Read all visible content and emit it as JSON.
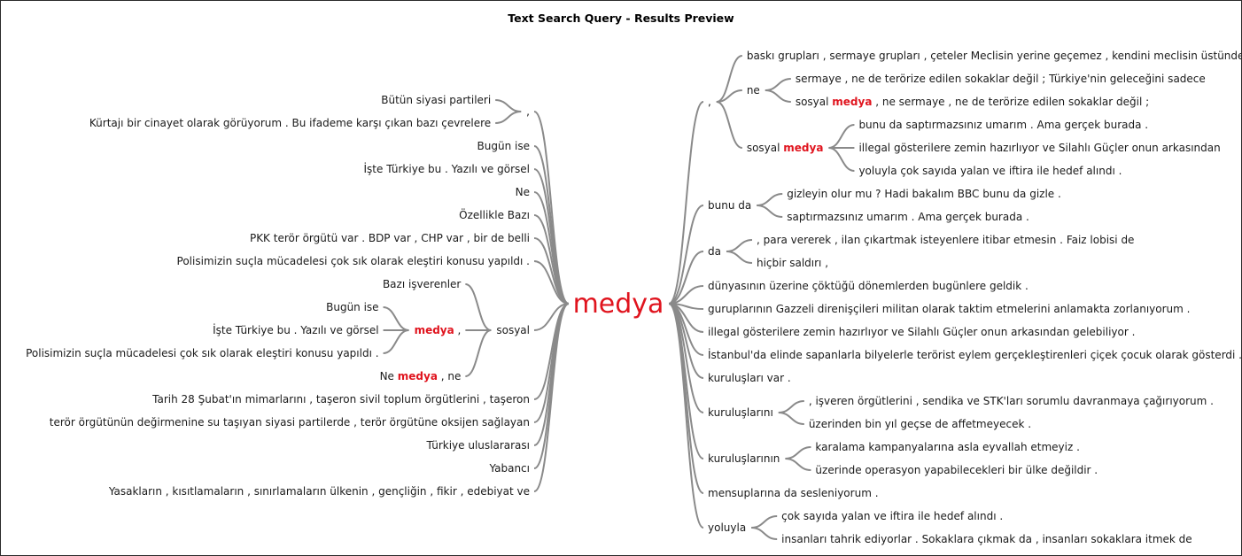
{
  "title": "Text Search Query - Results Preview",
  "keyword": "medya",
  "colors": {
    "keyword": "#e0141e",
    "connector": "#8a8a8a",
    "text": "#1a1a1a"
  },
  "left": [
    {
      "text": ",",
      "children": [
        {
          "text": "Bütün siyasi partileri"
        },
        {
          "text": "Kürtajı bir cinayet olarak görüyorum . Bu ifademe karşı çıkan bazı çevrelere"
        }
      ]
    },
    {
      "text": "Bugün ise"
    },
    {
      "text": "İşte Türkiye bu . Yazılı ve görsel"
    },
    {
      "text": "Ne"
    },
    {
      "text": "Özellikle Bazı"
    },
    {
      "text": "PKK terör örgütü var . BDP var , CHP var , bir de belli"
    },
    {
      "text": "Polisimizin suçla mücadelesi çok sık olarak eleştiri konusu yapıldı ."
    },
    {
      "text": "sosyal",
      "children": [
        {
          "text": "Bazı işverenler"
        },
        {
          "parts": [
            {
              "t": "medya",
              "hl": true
            },
            {
              "t": " ,"
            }
          ],
          "children": [
            {
              "text": "Bugün ise"
            },
            {
              "text": "İşte Türkiye bu . Yazılı ve görsel"
            },
            {
              "text": "Polisimizin suçla mücadelesi çok sık olarak eleştiri konusu yapıldı ."
            }
          ]
        },
        {
          "parts": [
            {
              "t": "Ne "
            },
            {
              "t": "medya",
              "hl": true
            },
            {
              "t": " , ne"
            }
          ]
        }
      ]
    },
    {
      "text": "Tarih 28 Şubat'ın mimarlarını , taşeron sivil toplum örgütlerini , taşeron"
    },
    {
      "text": "terör örgütünün değirmenine su taşıyan siyasi partilerde , terör örgütüne oksijen sağlayan"
    },
    {
      "text": "Türkiye uluslararası"
    },
    {
      "text": "Yabancı"
    },
    {
      "text": "Yasakların , kısıtlamaların , sınırlamaların ülkenin , gençliğin , fikir , edebiyat ve"
    }
  ],
  "right": [
    {
      "text": ",",
      "children": [
        {
          "text": "baskı grupları , sermaye grupları , çeteler Meclisin yerine geçemez , kendini meclisin üstünde"
        },
        {
          "text": "ne",
          "children": [
            {
              "text": "sermaye , ne de terörize edilen sokaklar değil ; Türkiye'nin geleceğini sadece"
            },
            {
              "parts": [
                {
                  "t": "sosyal "
                },
                {
                  "t": "medya",
                  "hl": true
                },
                {
                  "t": " , ne sermaye , ne de terörize edilen sokaklar değil ;"
                }
              ]
            }
          ]
        },
        {
          "parts": [
            {
              "t": "sosyal "
            },
            {
              "t": "medya",
              "hl": true
            }
          ],
          "children": [
            {
              "text": "bunu da saptırmazsınız umarım . Ama gerçek burada ."
            },
            {
              "text": "illegal gösterilere zemin hazırlıyor ve Silahlı Güçler onun arkasından"
            },
            {
              "text": "yoluyla çok sayıda yalan ve iftira ile hedef alındı ."
            }
          ]
        }
      ]
    },
    {
      "text": "bunu da",
      "children": [
        {
          "text": "gizleyin olur mu ? Hadi bakalım BBC bunu da gizle ."
        },
        {
          "text": "saptırmazsınız umarım . Ama gerçek burada ."
        }
      ]
    },
    {
      "text": "da",
      "children": [
        {
          "text": ", para vererek , ilan çıkartmak isteyenlere itibar etmesin . Faiz lobisi de"
        },
        {
          "text": "hiçbir saldırı ,"
        }
      ]
    },
    {
      "text": "dünyasının üzerine çöktüğü dönemlerden bugünlere geldik ."
    },
    {
      "text": "guruplarının Gazzeli direnişçileri militan olarak taktim etmelerini anlamakta zorlanıyorum ."
    },
    {
      "text": "illegal gösterilere zemin hazırlıyor ve Silahlı Güçler onun arkasından gelebiliyor ."
    },
    {
      "text": "İstanbul'da elinde sapanlarla bilyelerle terörist eylem gerçekleştirenleri çiçek çocuk olarak gösterdi ."
    },
    {
      "text": "kuruluşları var ."
    },
    {
      "text": "kuruluşlarını",
      "children": [
        {
          "text": ", işveren örgütlerini , sendika ve STK'ları sorumlu davranmaya çağırıyorum ."
        },
        {
          "text": "üzerinden bin yıl geçse de affetmeyecek ."
        }
      ]
    },
    {
      "text": "kuruluşlarının",
      "children": [
        {
          "text": "karalama kampanyalarına asla eyvallah etmeyiz ."
        },
        {
          "text": "üzerinde operasyon yapabilecekleri bir ülke değildir ."
        }
      ]
    },
    {
      "text": "mensuplarına da sesleniyorum ."
    },
    {
      "text": "yoluyla",
      "children": [
        {
          "text": "çok sayıda yalan ve iftira ile hedef alındı ."
        },
        {
          "text": "insanları tahrik ediyorlar . Sokaklara çıkmak da , insanları sokaklara itmek de"
        }
      ]
    }
  ]
}
